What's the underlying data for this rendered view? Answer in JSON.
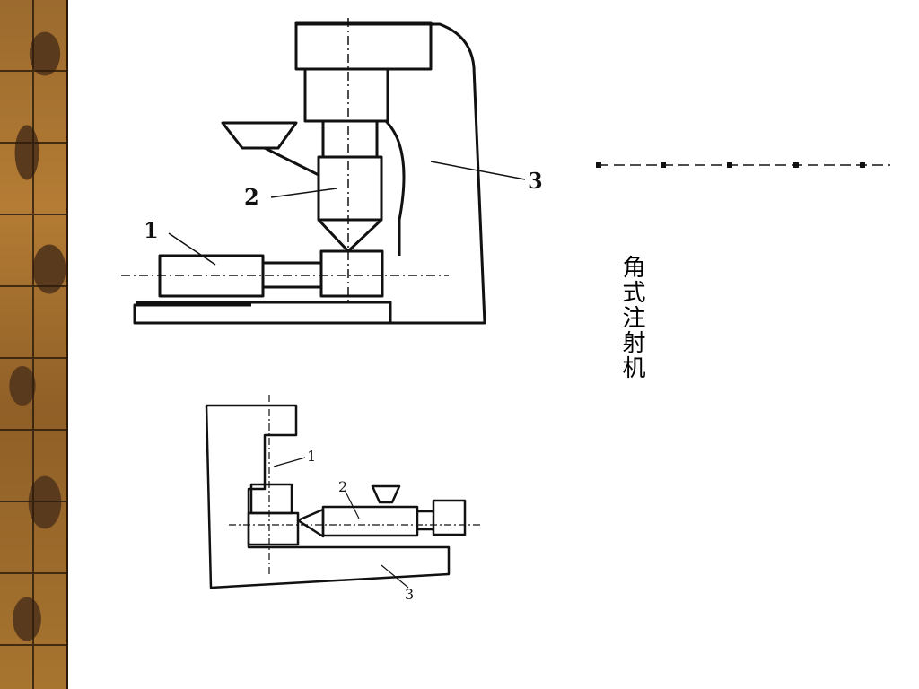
{
  "slide": {
    "title": "角式注射机"
  },
  "diagram_top": {
    "labels": {
      "injection_unit": "1",
      "mold": "2",
      "frame": "3"
    }
  },
  "diagram_bottom": {
    "labels": {
      "mold": "1",
      "injection_unit": "2",
      "frame": "3"
    }
  },
  "colors": {
    "sidebar_base": "#a8752f",
    "sidebar_dark": "#5a3a1c",
    "line": "#111111"
  }
}
